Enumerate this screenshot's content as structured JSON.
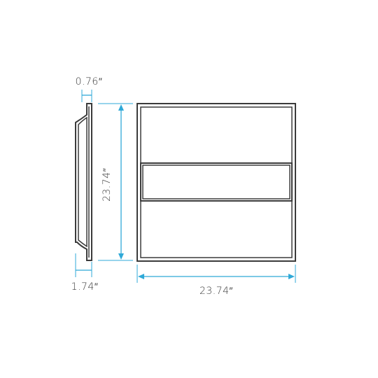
{
  "dimensions": {
    "depth_top": "0.76″",
    "depth_bottom": "1.74″",
    "height": "23.74″",
    "width": "23.74″"
  },
  "colors": {
    "outline": "#3b3b3b",
    "dimension": "#2fa9d8",
    "background": "#ffffff"
  }
}
